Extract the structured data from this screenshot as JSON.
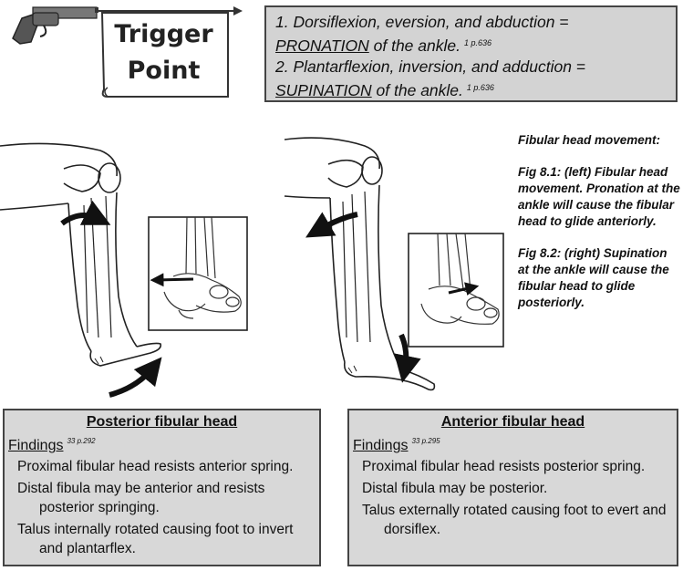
{
  "banner": {
    "title_line1": "Trigger",
    "title_line2": "Point"
  },
  "top_box": {
    "line1_prefix": "1.  Dorsiflexion, eversion, and abduction =",
    "line1_term": "PRONATION",
    "line1_suffix": "of the ankle.",
    "line1_ref": "1  p.636",
    "line2_prefix": "2.  Plantarflexion, inversion, and adduction =",
    "line2_term": "SUPINATION",
    "line2_suffix": "of the ankle.",
    "line2_ref": "1  p.636"
  },
  "caption": {
    "heading": "Fibular head movement:",
    "fig1": "Fig 8.1: (left) Fibular head movement. Pronation at the ankle will cause the fibular head to glide anteriorly.",
    "fig2": "Fig 8.2: (right) Supination at the ankle will cause the fibular head to glide posteriorly."
  },
  "left_box": {
    "heading": "Posterior fibular head",
    "findings_label": "Findings",
    "findings_ref": "33 p.292",
    "items": [
      "Proximal fibular head resists anterior spring.",
      "Distal fibula may be anterior and resists posterior springing.",
      "Talus internally rotated causing foot to invert and plantarflex."
    ]
  },
  "right_box": {
    "heading": "Anterior fibular head",
    "findings_label": "Findings",
    "findings_ref": "33 p.295",
    "items": [
      "Proximal fibular head resists posterior spring.",
      "Distal fibula may be posterior.",
      "Talus externally rotated causing foot to evert and dorsiflex."
    ]
  },
  "colors": {
    "box_fill": "#d3d3d3",
    "border": "#444444",
    "arrow": "#111111"
  }
}
